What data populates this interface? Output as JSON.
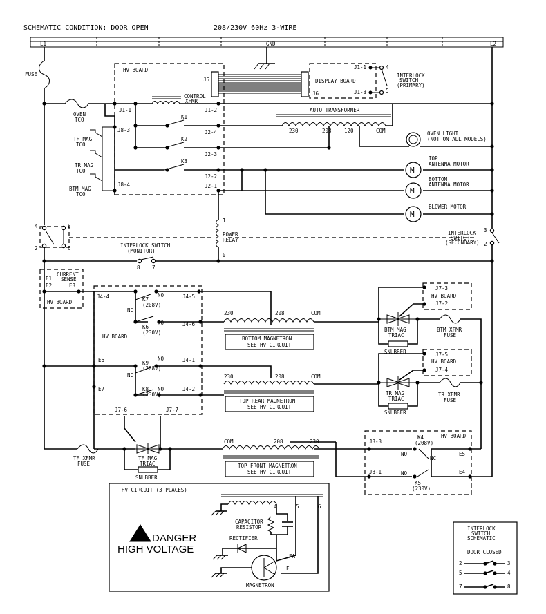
{
  "header": {
    "condition": "SCHEMATIC CONDITION: DOOR OPEN",
    "supply": "208/230V 60Hz 3-WIRE"
  },
  "rails": {
    "l1": "L1",
    "gnd": "GND",
    "l2": "L2"
  },
  "labels": {
    "fuse": "FUSE",
    "hv_board": "HV BOARD",
    "j5": "J5",
    "j6": "J6",
    "display_board": "DISPLAY BOARD",
    "j1_1_display": "J1-1",
    "j1_3_display": "J1-3",
    "il_pin_4": "4",
    "il_pin_5": "5",
    "interlock_primary": "INTERLOCK",
    "interlock_primary_2": "SWITCH",
    "interlock_primary_3": "(PRIMARY)",
    "control_xfmr_1": "CONTROL",
    "control_xfmr_2": "XFMR",
    "oven_tco_1": "OVEN",
    "oven_tco_2": "TCO",
    "j1_1": "J1-1",
    "j1_2": "J1-2",
    "j8_3": "J8-3",
    "tf_mag_tco_1": "TF MAG",
    "tf_mag_tco_2": "TCO",
    "tr_mag_tco_1": "TR MAG",
    "tr_mag_tco_2": "TCO",
    "btm_mag_tco_1": "BTM MAG",
    "btm_mag_tco_2": "TCO",
    "j8_4": "J8-4",
    "k1": "K1",
    "k2": "K2",
    "k3": "K3",
    "j2_4": "J2-4",
    "j2_3": "J2-3",
    "j2_2": "J2-2",
    "j2_1": "J2-1",
    "auto_transformer": "AUTO TRANSFORMER",
    "tap_230": "230",
    "tap_208": "208",
    "tap_120": "120",
    "tap_com": "COM",
    "oven_light_1": "OVEN LIGHT",
    "oven_light_2": "(NOT ON ALL MODELS)",
    "top_antenna_1": "TOP",
    "top_antenna_2": "ANTENNA MOTOR",
    "bottom_antenna_1": "BOTTOM",
    "bottom_antenna_2": "ANTENNA MOTOR",
    "blower_motor": "BLOWER MOTOR",
    "motor_symbol": "M",
    "il_mon_4": "4",
    "il_mon_8": "8",
    "il_mon_2": "2",
    "il_mon_6": "6",
    "power_relay_1": "POWER",
    "power_relay_2": "RELAY",
    "pr_pin_1": "1",
    "pr_pin_0": "0",
    "interlock_monitor_1": "INTERLOCK SWITCH",
    "interlock_monitor_2": "(MONITOR)",
    "mon_pin_8": "8",
    "mon_pin_7": "7",
    "interlock_secondary_1": "INTERLOCK",
    "interlock_secondary_2": "SWITCH",
    "interlock_secondary_3": "(SECONDARY)",
    "sec_pin_3": "3",
    "sec_pin_2": "2",
    "e1": "E1",
    "e2": "E2",
    "e3": "E3",
    "current_sense_1": "CURRENT",
    "current_sense_2": "SENSE",
    "hv_board_cs": "HV BOARD",
    "j4_4": "J4-4",
    "j4_5": "J4-5",
    "j4_6": "J4-6",
    "j4_1": "J4-1",
    "j4_2": "J4-2",
    "k7": "K7",
    "k7_v": "(208V)",
    "k6": "K6",
    "k6_v": "(230V)",
    "k9": "K9",
    "k9_v": "(208V)",
    "k8": "K8",
    "k8_v": "(230V)",
    "no": "NO",
    "nc": "NC",
    "hv_board_mid": "HV BOARD",
    "e6": "E6",
    "e7": "E7",
    "j7_6": "J7-6",
    "j7_7": "J7-7",
    "btm_mag_1": "BOTTOM MAGNETRON",
    "btm_mag_2": "SEE HV CIRCUIT",
    "tr_mag_1": "TOP REAR MAGNETRON",
    "tr_mag_2": "SEE HV CIRCUIT",
    "tf_mag_1": "TOP FRONT MAGNETRON",
    "tf_mag_2": "SEE HV CIRCUIT",
    "j7_3": "J7-3",
    "j7_2": "J7-2",
    "j7_5": "J7-5",
    "j7_4": "J7-4",
    "hv_board_r1": "HV BOARD",
    "hv_board_r2": "HV BOARD",
    "btm_triac_1": "BTM MAG",
    "btm_triac_2": "TRIAC",
    "tr_triac_1": "TR MAG",
    "tr_triac_2": "TRIAC",
    "tf_triac_1": "TF MAG",
    "tf_triac_2": "TRIAC",
    "snubber": "SNUBBER",
    "btm_xfmr_fuse_1": "BTM XFMR",
    "btm_xfmr_fuse_2": "FUSE",
    "tr_xfmr_fuse_1": "TR XFMR",
    "tr_xfmr_fuse_2": "FUSE",
    "tf_xfmr_fuse_1": "TF XFMR",
    "tf_xfmr_fuse_2": "FUSE",
    "hv_board_k": "HV BOARD",
    "j3_3": "J3-3",
    "j3_1": "J3-1",
    "k4": "K4",
    "k4_v": "(208V)",
    "k5": "K5",
    "k5_v": "(230V)",
    "e5": "E5",
    "e4": "E4",
    "hv_circuit": "HV CIRCUIT (3 PLACES)",
    "danger": "DANGER",
    "high_voltage": "HIGH VOLTAGE",
    "capacitor_1": "CAPACITOR",
    "capacitor_2": "RESISTOR",
    "rectifier": "RECTIFIER",
    "magnetron": "MAGNETRON",
    "fa": "FA",
    "f": "F",
    "hv_4": "4",
    "hv_5": "5",
    "hv_6": "6",
    "is_title_1": "INTERLOCK",
    "is_title_2": "SWITCH",
    "is_title_3": "SCHEMATIC",
    "door_closed": "DOOR CLOSED",
    "is_2": "2",
    "is_3": "3",
    "is_5": "5",
    "is_4": "4",
    "is_7": "7",
    "is_8": "8"
  }
}
